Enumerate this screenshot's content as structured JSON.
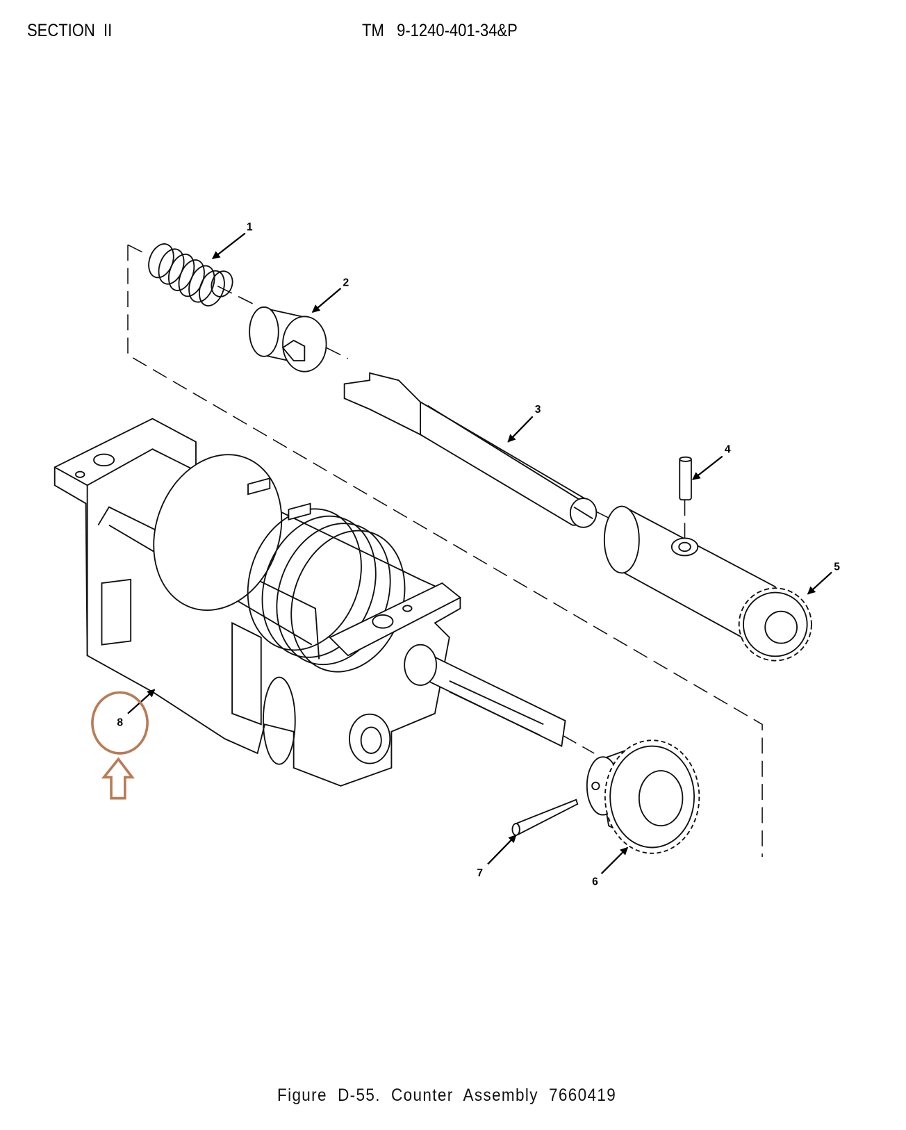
{
  "header": {
    "section": "SECTION  II",
    "tm_number": "TM   9-1240-401-34&P"
  },
  "figure": {
    "caption": "Figure  D-55.  Counter  Assembly  7660419",
    "callouts": [
      "1",
      "2",
      "3",
      "4",
      "5",
      "6",
      "7",
      "8"
    ],
    "highlighted_callout": "8",
    "highlight_color": "#b87c56"
  }
}
